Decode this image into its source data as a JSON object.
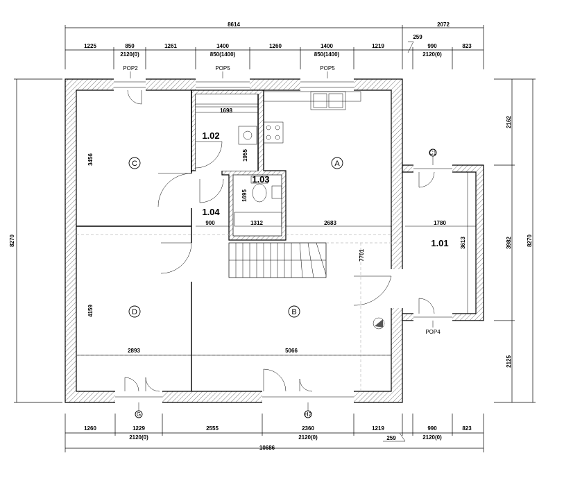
{
  "dimensions": {
    "top_overall": [
      "8614",
      "2072"
    ],
    "top_segments": [
      "1225",
      "850",
      "1261",
      "1400",
      "1260",
      "1400",
      "1219",
      "990",
      "823"
    ],
    "top_sub": [
      "2120(0)",
      "850(1400)",
      "850(1400)",
      "2120(0)"
    ],
    "top_small": "259",
    "bottom_segments": [
      "1260",
      "1229",
      "2555",
      "2360",
      "1219",
      "990",
      "823"
    ],
    "bottom_sub": [
      "2120(0)",
      "2120(0)",
      "2120(0)"
    ],
    "bottom_small": "259",
    "bottom_overall": "10686",
    "left_overall": "8270",
    "right_segments": [
      "2162",
      "3982",
      "2125"
    ],
    "right_overall": "8270"
  },
  "interior_dims": {
    "d1698": "1698",
    "d1955": "1955",
    "d1695": "1695",
    "d3456": "3456",
    "d900": "900",
    "d1312": "1312",
    "d2683": "2683",
    "d1780": "1780",
    "d3613": "3613",
    "d7701": "7701",
    "d4159": "4159",
    "d2893": "2893",
    "d5066": "5066"
  },
  "rooms": {
    "r102": "1.02",
    "r103": "1.03",
    "r104": "1.04",
    "r101": "1.01"
  },
  "markers": {
    "a": "A",
    "b": "B",
    "c": "C",
    "d": "D"
  },
  "tags": {
    "pop2": "POP2",
    "pop5a": "POP5",
    "pop5b": "POP5",
    "c1": "C1",
    "pop4": "POP4",
    "g": "G",
    "h2": "H2"
  }
}
